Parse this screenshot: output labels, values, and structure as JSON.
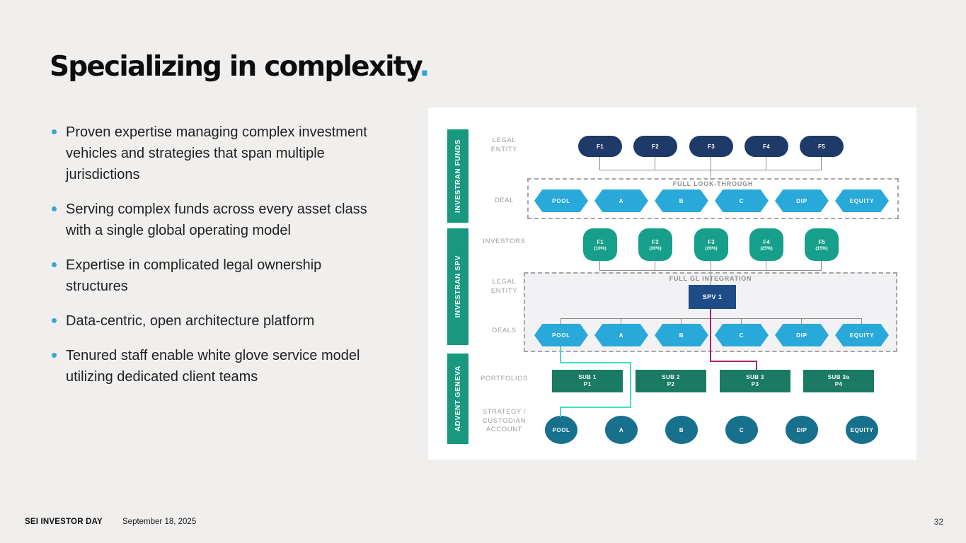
{
  "slide": {
    "title": "Specializing in complexity",
    "title_period": ".",
    "bullets": [
      "Proven expertise managing complex investment vehicles and strategies that span multiple jurisdictions",
      "Serving complex funds across every asset class with a single global operating model",
      "Expertise in complicated legal ownership structures",
      "Data-centric, open architecture platform",
      "Tenured staff enable white glove service model utilizing dedicated client teams"
    ]
  },
  "footer": {
    "brand": "SEI INVESTOR DAY",
    "date": "September 18, 2025",
    "page": "32"
  },
  "diagram": {
    "side_sections": [
      "INVESTRAN FUNDS",
      "INVESTRAN SPV",
      "ADVENT GENEVA"
    ],
    "row_labels": {
      "legal_entity_1": "LEGAL\nENTITY",
      "deal": "DEAL",
      "investors": "INVESTORS",
      "legal_entity_2": "LEGAL\nENTITY",
      "deals": "DEALS",
      "portfolios": "PORTFOLIOS",
      "strategy": "STRATEGY /\nCUSTODIAN\nACCOUNT"
    },
    "funds": [
      "F1",
      "F2",
      "F3",
      "F4",
      "F5"
    ],
    "full_look_through_label": "FULL LOOK-THROUGH",
    "deal_nodes": [
      "POOL",
      "A",
      "B",
      "C",
      "DIP",
      "EQUITY"
    ],
    "investors": [
      {
        "name": "F1",
        "pct": "(10%)"
      },
      {
        "name": "F2",
        "pct": "(30%)"
      },
      {
        "name": "F3",
        "pct": "(20%)"
      },
      {
        "name": "F4",
        "pct": "(25%)"
      },
      {
        "name": "F5",
        "pct": "(15%)"
      }
    ],
    "full_gl_label": "FULL GL INTEGRATION",
    "spv_label": "SPV 1",
    "deals_nodes": [
      "POOL",
      "A",
      "B",
      "C",
      "DIP",
      "EQUITY"
    ],
    "portfolio_boxes": [
      {
        "line1": "SUB 1",
        "line2": "P1"
      },
      {
        "line1": "SUB 2",
        "line2": "P2"
      },
      {
        "line1": "SUB 3",
        "line2": "P3"
      },
      {
        "line1": "SUB 3a",
        "line2": "P4"
      }
    ],
    "strategy_nodes": [
      "POOL",
      "A",
      "B",
      "C",
      "DIP",
      "EQUITY"
    ],
    "colors": {
      "accent_blue": "#2ca3d8",
      "fund_navy": "#1d3a69",
      "hex_blue": "#29a8da",
      "investor_teal": "#169f8b",
      "sidebar_teal": "#18987f",
      "portfolio_green": "#1a7a63",
      "strategy_circle_blue": "#17708c",
      "spv_blue": "#1e4c87",
      "purple_line": "#a3246f",
      "cyan_line": "#3be0c4"
    }
  }
}
